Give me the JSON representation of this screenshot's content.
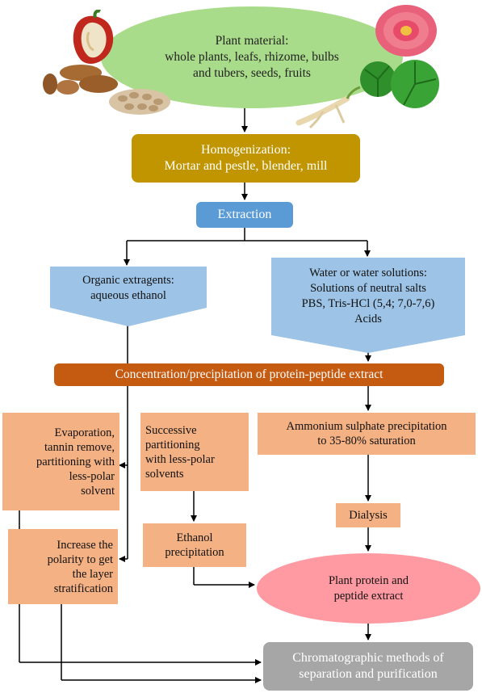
{
  "plant": {
    "heading": "Plant material:",
    "line1": "whole plants, leafs, rhizome, bulbs",
    "line2": "and tubers, seeds, fruits"
  },
  "homogenization": {
    "heading": "Homogenization:",
    "detail": "Mortar and pestle, blender, mill"
  },
  "extraction": {
    "label": "Extraction"
  },
  "organic": {
    "text": "Organic extragents:\naqueous ethanol"
  },
  "water": {
    "text": "Water or water solutions:\nSolutions of neutral salts\nPBS, Tris-HCl (5,4; 7,0-7,6)\nAcids"
  },
  "concentration": {
    "label": "Concentration/precipitation of protein-peptide extract"
  },
  "evaporation": {
    "text": "Evaporation,\ntannin remove,\npartitioning with\nless-polar\nsolvent"
  },
  "successive": {
    "text": "Successive\npartitioning\nwith less-polar\nsolvents"
  },
  "ammonium": {
    "text": "Ammonium sulphate precipitation\nto 35-80% saturation"
  },
  "ethanol_precip": {
    "text": "Ethanol\nprecipitation"
  },
  "dialysis": {
    "label": "Dialysis"
  },
  "increase": {
    "text": "Increase the\npolarity to get\nthe layer\nstratification"
  },
  "plant_extract": {
    "text": "Plant protein and\npeptide extract"
  },
  "chromatographic": {
    "text": "Chromatographic methods of\nseparation and purification"
  },
  "colors": {
    "green": "#a9dc8a",
    "gold": "#c09500",
    "blue": "#5b9bd5",
    "lightblue": "#9dc3e6",
    "orange": "#c55a11",
    "peach": "#f4b183",
    "pink": "#ff9aa2",
    "gray": "#a6a6a6"
  },
  "icons": [
    "bell-pepper-icon",
    "potatoes-icon",
    "beans-icon",
    "flower-icon",
    "leaves-icon",
    "root-icon"
  ]
}
